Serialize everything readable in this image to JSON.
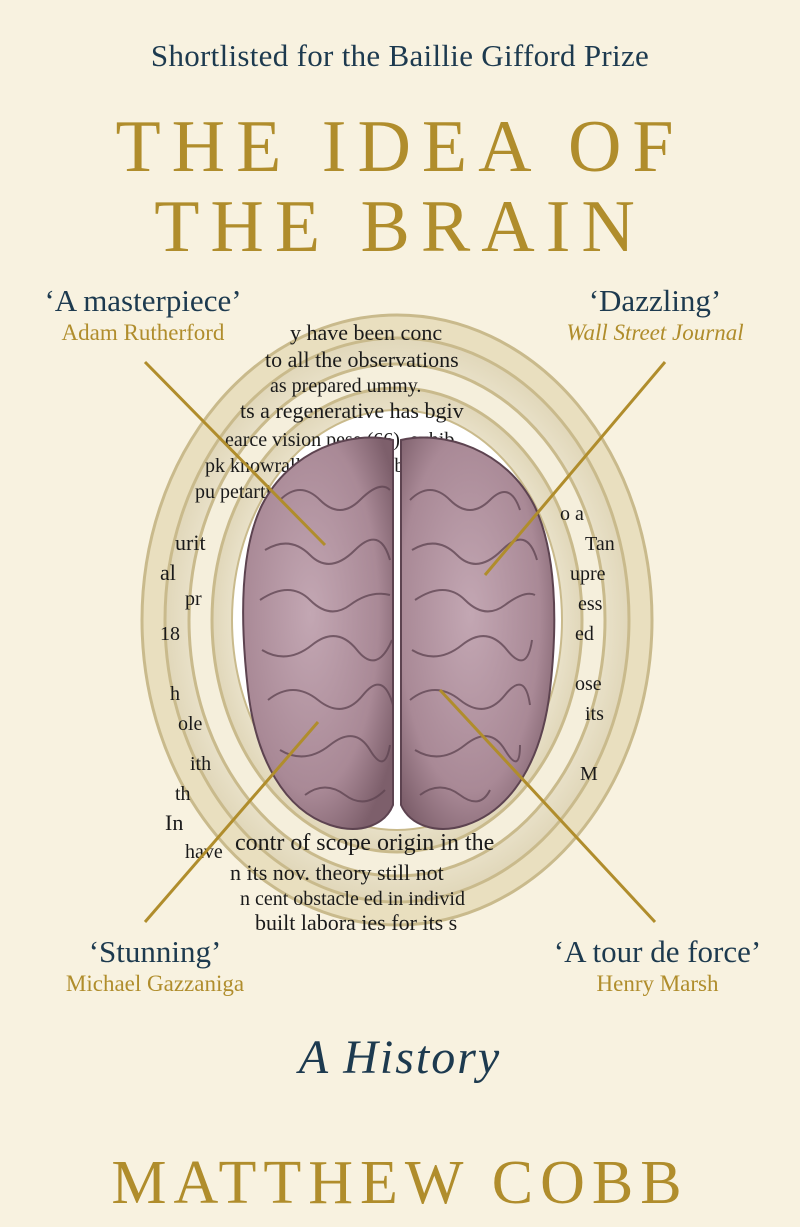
{
  "cover": {
    "prize": "Shortlisted for the Baillie Gifford Prize",
    "title_line1": "THE IDEA OF",
    "title_line2": "THE BRAIN",
    "subtitle": "A History",
    "author": "MATTHEW COBB",
    "quotes": [
      {
        "quote": "‘A masterpiece’",
        "attribution": "Adam Rutherford"
      },
      {
        "quote": "‘Dazzling’",
        "attribution": "Wall Street Journal"
      },
      {
        "quote": "‘Stunning’",
        "attribution": "Michael Gazzaniga"
      },
      {
        "quote": "‘A tour de force’",
        "attribution": "Henry Marsh"
      }
    ],
    "colors": {
      "background": "#f8f2e0",
      "gold": "#b08d2c",
      "navy": "#1d3a4f",
      "brain": "#a98996"
    }
  }
}
